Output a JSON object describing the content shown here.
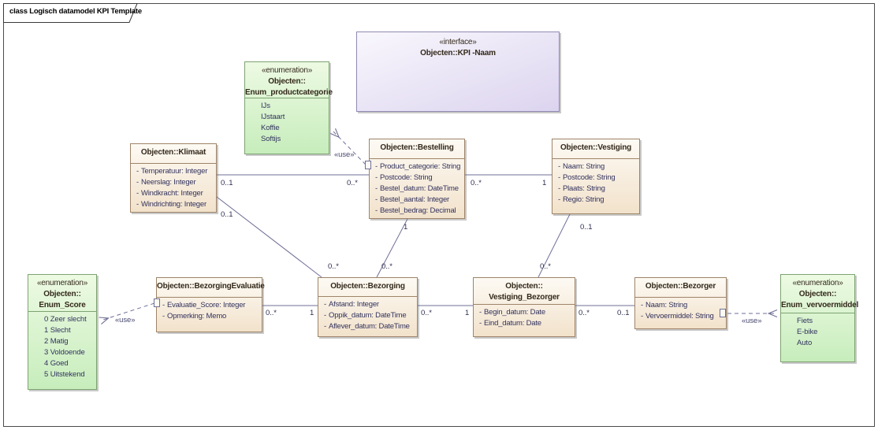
{
  "frame": {
    "title": "class Logisch datamodel KPI Template"
  },
  "ui": {
    "visibility_marker": "-",
    "use_label": "«use»"
  },
  "colors": {
    "class_fill_top": "#fdfaf4",
    "class_fill_bottom": "#f2e2cb",
    "class_border": "#9e8468",
    "enum_fill_top": "#edfae3",
    "enum_fill_bottom": "#c7edbc",
    "enum_border": "#7ea371",
    "interface_fill_top": "#f9f7fd",
    "interface_fill_bottom": "#dcd4ef",
    "interface_border": "#9189b2",
    "connector": "#6f6f97",
    "name_text": "#33291b",
    "attribute_text": "#32325e"
  },
  "nodes": {
    "kpi_interface": {
      "stereotype": "«interface»",
      "name": "Objecten::KPI -Naam"
    },
    "enum_productcategorie": {
      "stereotype": "«enumeration»",
      "name_lines": [
        "Objecten::",
        "Enum_productcategorie"
      ],
      "literals": [
        "IJs",
        "IJstaart",
        "Koffie",
        "Softijs"
      ]
    },
    "klimaat": {
      "name": "Objecten::Klimaat",
      "attrs": [
        "Temperatuur: Integer",
        "Neerslag: Integer",
        "Windkracht: Integer",
        "Windrichting: Integer"
      ]
    },
    "bestelling": {
      "name": "Objecten::Bestelling",
      "attrs": [
        "Product_categorie: String",
        "Postcode: String",
        "Bestel_datum: DateTime",
        "Bestel_aantal: Integer",
        "Bestel_bedrag: Decimal"
      ]
    },
    "vestiging": {
      "name": "Objecten::Vestiging",
      "attrs": [
        "Naam: String",
        "Postcode: String",
        "Plaats: String",
        "Regio: String"
      ]
    },
    "enum_score": {
      "stereotype": "«enumeration»",
      "name_lines": [
        "Objecten::",
        "Enum_Score"
      ],
      "literals": [
        "0 Zeer slecht",
        "1 Slecht",
        "2 Matig",
        "3 Voldoende",
        "4 Goed",
        "5 Uitstekend"
      ]
    },
    "bezorging_evaluatie": {
      "name": "Objecten::BezorgingEvaluatie",
      "attrs": [
        "Evaluatie_Score: Integer",
        "Opmerking: Memo"
      ]
    },
    "bezorging": {
      "name": "Objecten::Bezorging",
      "attrs": [
        "Afstand: Integer",
        "Oppik_datum: DateTime",
        "Aflever_datum: DateTime"
      ]
    },
    "vestiging_bezorger": {
      "name_lines": [
        "Objecten::",
        "Vestiging_Bezorger"
      ],
      "attrs": [
        "Begin_datum: Date",
        "Eind_datum: Date"
      ]
    },
    "bezorger": {
      "name": "Objecten::Bezorger",
      "attrs": [
        "Naam: String",
        "Vervoermiddel: String"
      ]
    },
    "enum_vervoermiddel": {
      "stereotype": "«enumeration»",
      "name_lines": [
        "Objecten::",
        "Enum_vervoermiddel"
      ],
      "literals": [
        "Fiets",
        "E-bike",
        "Auto"
      ]
    }
  },
  "connectors": {
    "klimaat_bestelling": {
      "source_mult": "0..1",
      "target_mult": "0..*"
    },
    "bestelling_vestiging": {
      "source_mult": "0..*",
      "target_mult": "1"
    },
    "klimaat_bezorging": {
      "source_mult": "0..1",
      "target_mult": "0..*"
    },
    "bestelling_bezorging": {
      "source_mult": "1",
      "target_mult": "0..*"
    },
    "vestiging_vestiging_bezorger": {
      "source_mult": "0..1",
      "target_mult": "0..*"
    },
    "bezorgingevaluatie_bezorging": {
      "source_mult": "0..*",
      "target_mult": "1"
    },
    "bezorging_vestiging_bezorger": {
      "source_mult": "0..*",
      "target_mult": "1"
    },
    "vestiging_bezorger_bezorger": {
      "source_mult": "0..*",
      "target_mult": "0..1"
    }
  }
}
